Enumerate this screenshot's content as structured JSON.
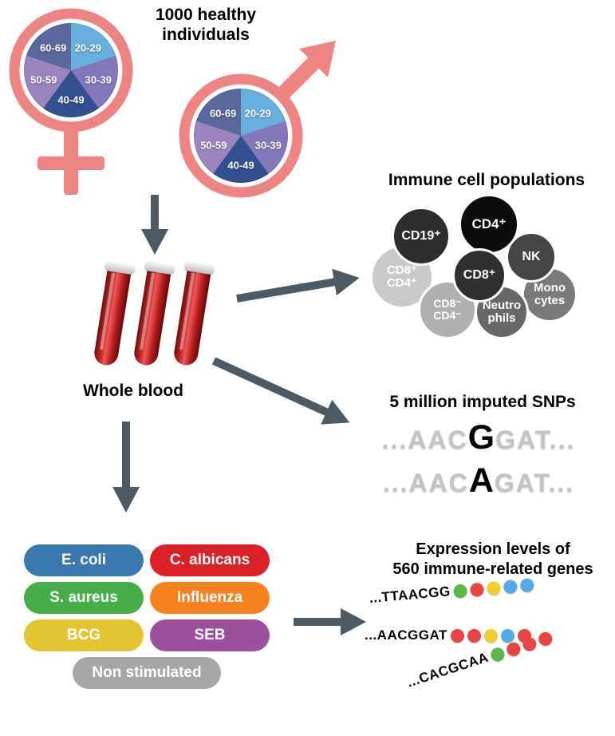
{
  "header": {
    "title_lines": [
      "1000 healthy",
      "individuals"
    ]
  },
  "demographics": {
    "symbol_color": "#ee8384",
    "age_groups": [
      {
        "label": "20-29",
        "color": "#68aede"
      },
      {
        "label": "30-39",
        "color": "#8478ba"
      },
      {
        "label": "40-49",
        "color": "#32508f"
      },
      {
        "label": "50-59",
        "color": "#9b84bd"
      },
      {
        "label": "60-69",
        "color": "#5a689d"
      }
    ]
  },
  "whole_blood_label": "Whole blood",
  "immune_cells": {
    "title": "Immune cell populations",
    "cells": [
      {
        "lines": [
          "CD8⁺",
          "CD4⁺"
        ],
        "color": "#c9c9c9"
      },
      {
        "lines": [
          "CD19⁺"
        ],
        "color": "#2d2d2d"
      },
      {
        "lines": [
          "CD8⁻",
          "CD4⁻"
        ],
        "color": "#b0b0b0"
      },
      {
        "lines": [
          "Mono",
          "cytes"
        ],
        "color": "#7a7a7a"
      },
      {
        "lines": [
          "NK"
        ],
        "color": "#454545"
      },
      {
        "lines": [
          "Neutro",
          "phils"
        ],
        "color": "#686868"
      },
      {
        "lines": [
          "CD4⁺"
        ],
        "color": "#0c0c0c"
      },
      {
        "lines": [
          "CD8⁺"
        ],
        "color": "#303030"
      }
    ]
  },
  "snps": {
    "title": "5 million imputed SNPs",
    "sequences": [
      {
        "prefix": "...AAC",
        "highlight": "G",
        "suffix": "GAT..."
      },
      {
        "prefix": "...AAC",
        "highlight": "A",
        "suffix": "GAT..."
      }
    ]
  },
  "stimulations": [
    {
      "label": "E. coli",
      "color": "#3c78b0"
    },
    {
      "label": "C. albicans",
      "color": "#da2128"
    },
    {
      "label": "S. aureus",
      "color": "#47ad49"
    },
    {
      "label": "Influenza",
      "color": "#f5821f"
    },
    {
      "label": "BCG",
      "color": "#e3c431"
    },
    {
      "label": "SEB",
      "color": "#9c4f9f"
    },
    {
      "label": "Non stimulated",
      "color": "#a6a6a6"
    }
  ],
  "expression": {
    "title_lines": [
      "Expression levels of",
      "560 immune-related genes"
    ],
    "rows": [
      {
        "sequence": "...TTAACGG",
        "dot_colors": [
          "#5cb648",
          "#e94444",
          "#f0ce33",
          "#55a8e9",
          "#55a8e9"
        ]
      },
      {
        "sequence": "...AACGGAT",
        "dot_colors": [
          "#e94444",
          "#e94444",
          "#f0ce33",
          "#55a8e9",
          "#e94444"
        ]
      },
      {
        "sequence": "...CACGCAA",
        "dot_colors": [
          "#5cb648",
          "#e94444",
          "#e94444",
          "#e94444"
        ]
      }
    ]
  }
}
